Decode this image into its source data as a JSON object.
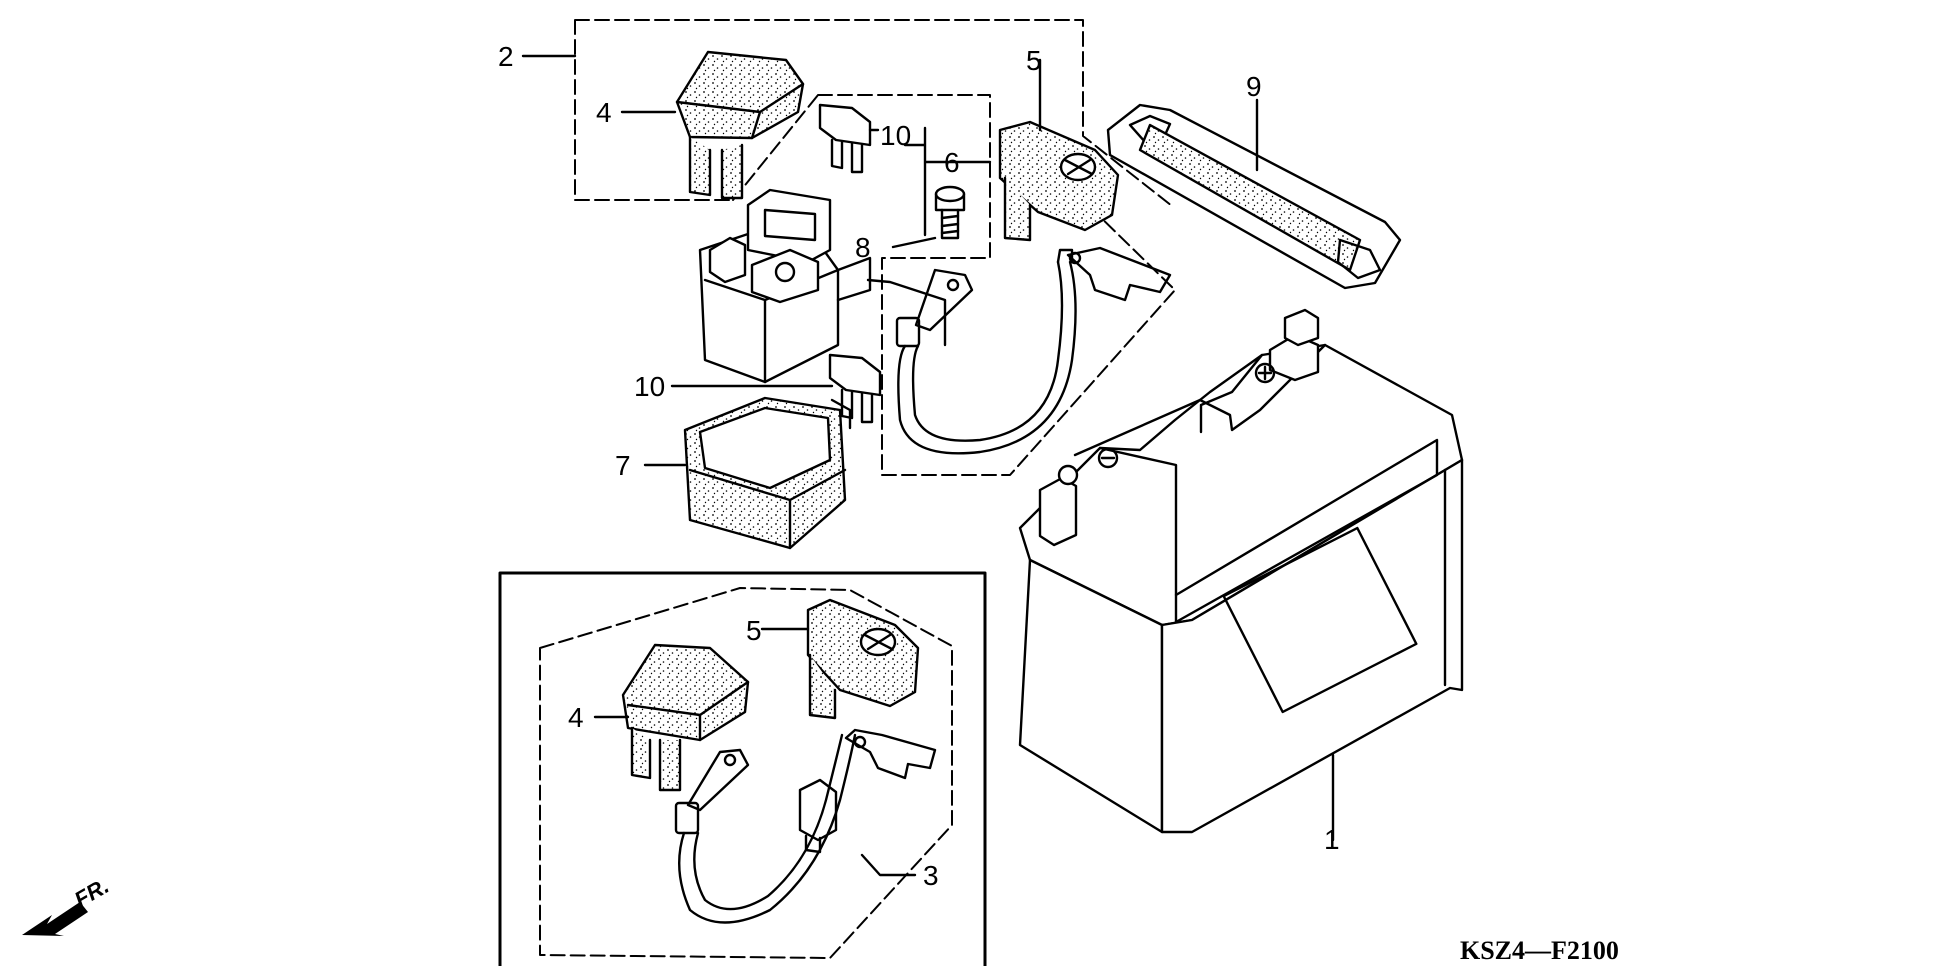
{
  "diagram": {
    "drawing_code": "KSZ4—F2100",
    "front_marker": "FR.",
    "callouts": {
      "battery": "1",
      "starter_relay_assy": "2",
      "battery_cable_kit": "3",
      "terminal_cover_top": "4",
      "terminal_cover_top_b": "4",
      "terminal_cover_plus": "5",
      "terminal_cover_plus_b": "5",
      "fuse_group": "6",
      "relay_cover": "7",
      "bolt": "8",
      "battery_band": "9",
      "fuse_upper": "10",
      "fuse_lower": "10"
    }
  }
}
